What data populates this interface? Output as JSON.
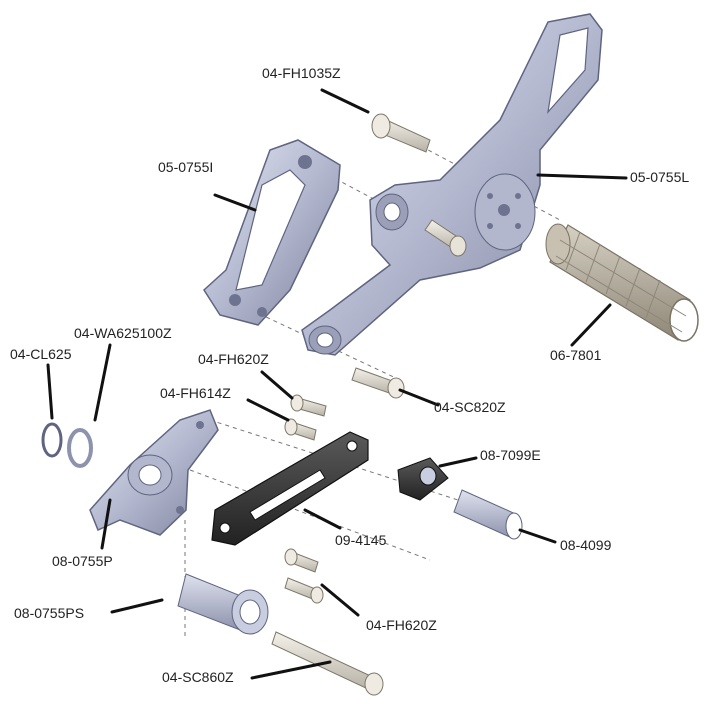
{
  "labels": {
    "p_04_fh1035z": "04-FH1035Z",
    "p_05_0755i": "05-0755I",
    "p_05_0755l": "05-0755L",
    "p_06_7801": "06-7801",
    "p_04_wa625100z": "04-WA625100Z",
    "p_04_cl625": "04-CL625",
    "p_04_fh620z_top": "04-FH620Z",
    "p_04_fh614z": "04-FH614Z",
    "p_04_sc820z": "04-SC820Z",
    "p_08_7099e": "08-7099E",
    "p_08_4099": "08-4099",
    "p_09_4145": "09-4145",
    "p_08_0755p": "08-0755P",
    "p_08_0755ps": "08-0755PS",
    "p_04_fh620z_bottom": "04-FH620Z",
    "p_04_sc860z": "04-SC860Z"
  },
  "colors": {
    "metal_light": "#c9cde0",
    "metal_mid": "#9da3bf",
    "metal_dark": "#6e7390",
    "black_part": "#3a3a3a",
    "grip": "#b9b2a4",
    "leader": "#111111"
  }
}
